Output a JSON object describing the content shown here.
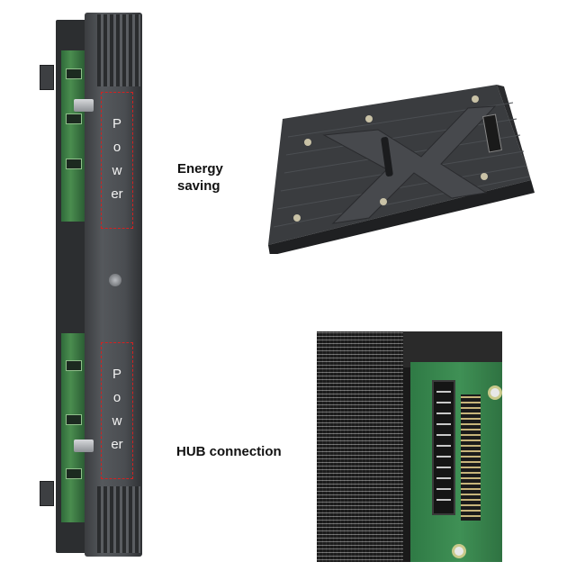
{
  "left_cabinet": {
    "power_label_top": "Power",
    "power_label_bottom": "Power"
  },
  "labels": {
    "energy_line1": "Energy",
    "energy_line2": "saving",
    "hub": "HUB connection"
  },
  "colors": {
    "power_box_border": "#d42020",
    "pcb_green": "#3f9055",
    "housing_gray": "#4a4d51"
  }
}
